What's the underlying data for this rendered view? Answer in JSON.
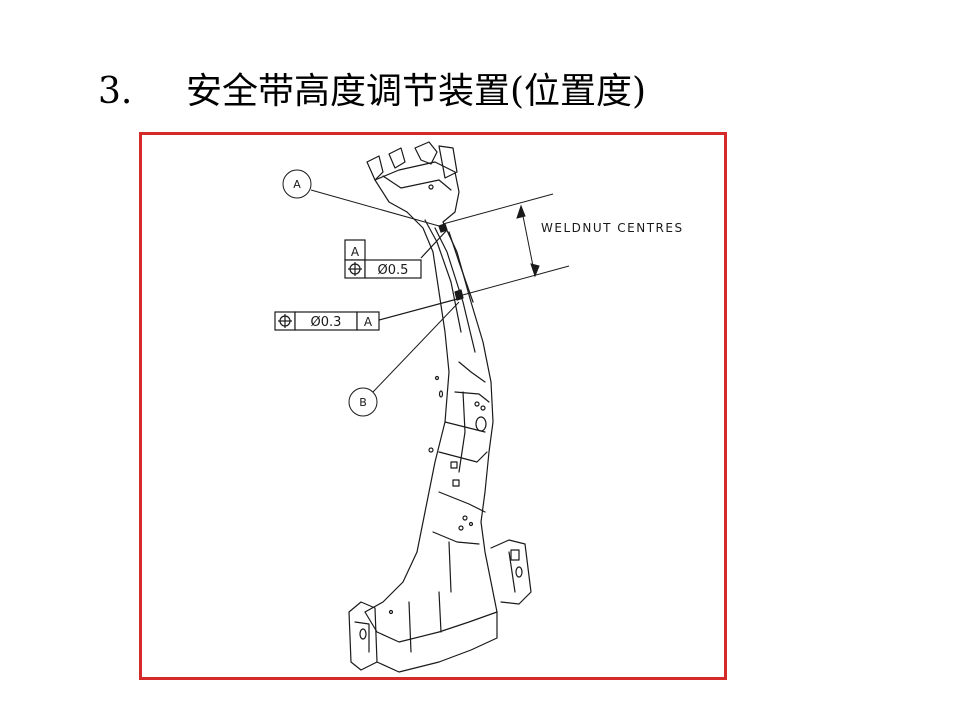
{
  "slide": {
    "number": "3.",
    "title": "安全带高度调节装置(位置度)"
  },
  "drawing": {
    "datum_a_callout": "A",
    "datum_b_callout": "B",
    "dimension_label": "WELDNUT CENTRES",
    "frame_color": "#d42a2a",
    "fcf_upper": {
      "datum_box": "A",
      "symbol": "position-symbol",
      "tolerance": "Ø0.5"
    },
    "fcf_lower": {
      "symbol": "position-symbol",
      "tolerance": "Ø0.3",
      "datum_ref": "A"
    }
  }
}
